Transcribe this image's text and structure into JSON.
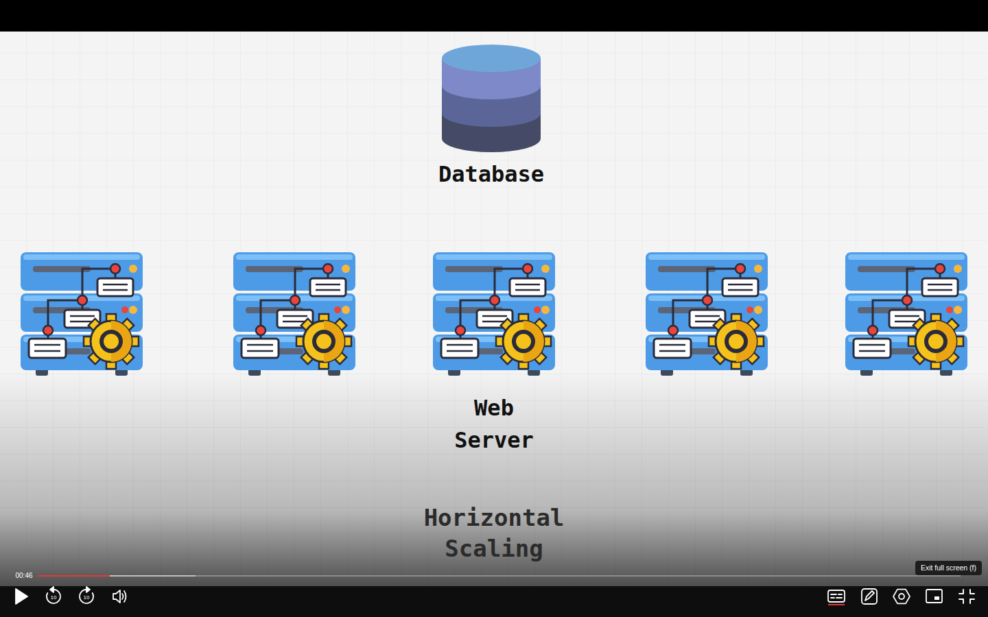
{
  "diagram": {
    "nodes": [
      {
        "text": [
          "Database"
        ]
      },
      {
        "text": [
          "Web Server"
        ]
      }
    ],
    "labels": [
      "Horizontal Scaling",
      "00:46",
      "10",
      "10",
      "Exit full screen (f)"
    ]
  }
}
